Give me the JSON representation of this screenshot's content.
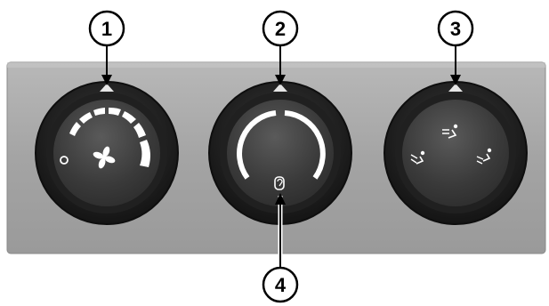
{
  "colors": {
    "panel": "#a6a6a6",
    "knob_face": "#3d3d3d",
    "knob_ring": "#1c1c1c",
    "indicator": "#ffffff",
    "callout_stroke": "#000000"
  },
  "callouts": [
    {
      "label": "1",
      "target": "fan-speed-knob"
    },
    {
      "label": "2",
      "target": "temperature-knob"
    },
    {
      "label": "3",
      "target": "mode-knob"
    },
    {
      "label": "4",
      "target": "recirculation-button"
    }
  ],
  "knobs": [
    {
      "name": "fan-speed-knob",
      "icon": "fan-icon",
      "off_icon": "circle-off-icon"
    },
    {
      "name": "temperature-knob",
      "icon": "recirculation-icon"
    },
    {
      "name": "mode-knob",
      "icons": [
        "floor-vent-icon",
        "panel-vent-icon",
        "defrost-floor-icon"
      ]
    }
  ]
}
